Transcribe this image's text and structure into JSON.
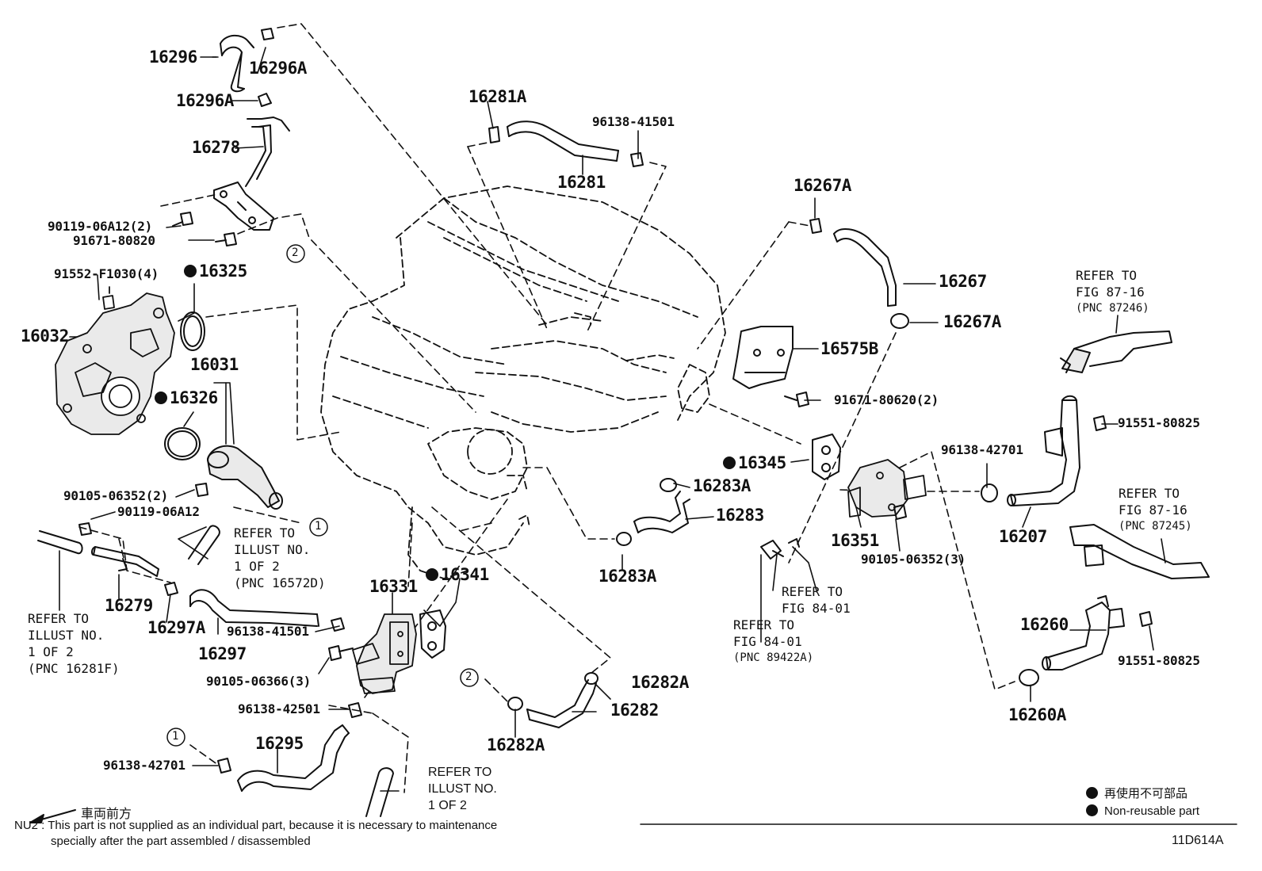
{
  "parts": {
    "p16296": "16296",
    "p16296A_top": "16296A",
    "p16296A_mid": "16296A",
    "p16278": "16278",
    "p90119_06A12_2": "90119-06A12(2)",
    "p91671_80820": "91671-80820",
    "p91552_F1030_4": "91552-F1030(4)",
    "p16325": "16325",
    "p16032": "16032",
    "p16031": "16031",
    "p16326": "16326",
    "p90105_06352_2": "90105-06352(2)",
    "p90119_06A12": "90119-06A12",
    "p16279": "16279",
    "p16297A": "16297A",
    "p16297": "16297",
    "p96138_41501_low": "96138-41501",
    "p90105_06366_3": "90105-06366(3)",
    "p96138_42501": "96138-42501",
    "p16295": "16295",
    "p96138_42701_low": "96138-42701",
    "p16331": "16331",
    "p16341": "16341",
    "p16281A": "16281A",
    "p96138_41501_top": "96138-41501",
    "p16281": "16281",
    "p16267A_top": "16267A",
    "p16267": "16267",
    "p16267A_mid": "16267A",
    "p16575B": "16575B",
    "p91671_80620_2": "91671-80620(2)",
    "p16345": "16345",
    "p16283A_top": "16283A",
    "p16283": "16283",
    "p16283A_low": "16283A",
    "p96138_42701_mid": "96138-42701",
    "p16351": "16351",
    "p90105_06352_3": "90105-06352(3)",
    "p16207": "16207",
    "p91551_80825_top": "91551-80825",
    "p91551_80825_low": "91551-80825",
    "p16260": "16260",
    "p16260A": "16260A",
    "p16282A_top": "16282A",
    "p16282": "16282",
    "p16282A_low": "16282A"
  },
  "refs": {
    "ref_87246": {
      "l1": "REFER TO",
      "l2": "FIG 87-16",
      "l3": "(PNC 87246)"
    },
    "ref_87245": {
      "l1": "REFER TO",
      "l2": "FIG 87-16",
      "l3": "(PNC 87245)"
    },
    "ref_16572D": {
      "l1": "REFER TO",
      "l2": "ILLUST NO.",
      "l3": "1 OF 2",
      "l4": "(PNC 16572D)"
    },
    "ref_16281F": {
      "l1": "REFER TO",
      "l2": "ILLUST NO.",
      "l3": "1 OF 2",
      "l4": "(PNC 16281F)"
    },
    "ref_84_01_a": {
      "l1": "REFER TO",
      "l2": "FIG 84-01"
    },
    "ref_89422A": {
      "l1": "REFER TO",
      "l2": "FIG 84-01",
      "l3": "(PNC 89422A)"
    },
    "ref_bottom": {
      "l1": "REFER TO",
      "l2": "ILLUST NO.",
      "l3": "1 OF 2"
    }
  },
  "callouts": {
    "c1": "1",
    "c2": "2"
  },
  "front_label": "車両前方",
  "legend": {
    "jp": "再使用不可部品",
    "en": "Non-reusable part"
  },
  "footnote": {
    "line1": "NU2 : This part is not supplied as an individual part, because it is necessary to maintenance",
    "line2": "specially after the part assembled / disassembled"
  },
  "figure_code": "11D614A"
}
